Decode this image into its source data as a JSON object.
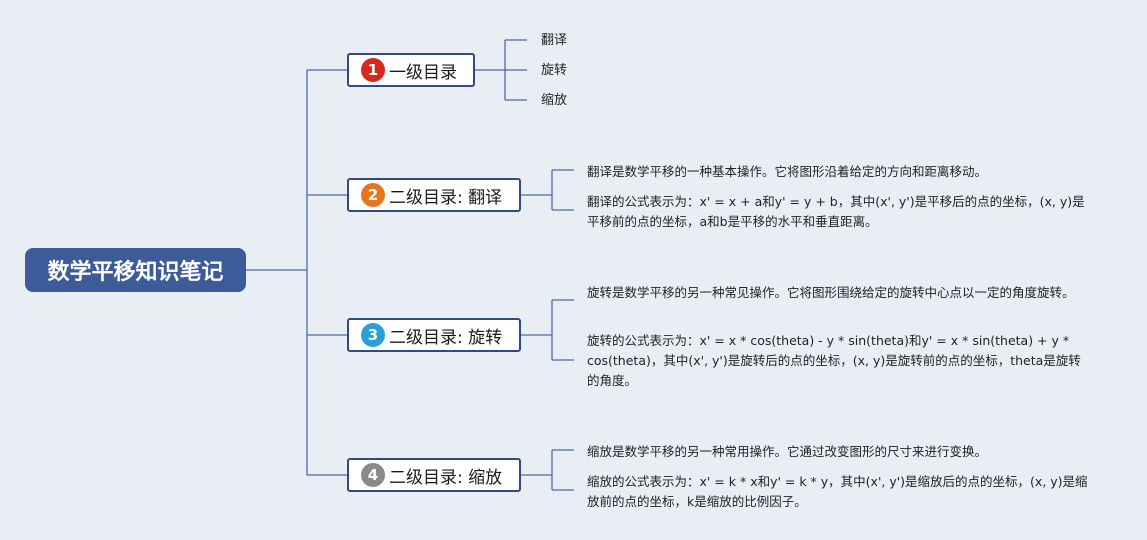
{
  "root": {
    "title": "数学平移知识笔记"
  },
  "colors": {
    "root_bg": "#3d5a99",
    "border": "#2f4a84",
    "line": "#4a6aa8",
    "background": "#e8eef3"
  },
  "branches": [
    {
      "number": "1",
      "badge_color": "#d42a1e",
      "label": "一级目录",
      "children": [
        "翻译",
        "旋转",
        "缩放"
      ]
    },
    {
      "number": "2",
      "badge_color": "#e8741c",
      "label": "二级目录: 翻译",
      "notes": [
        "翻译是数学平移的一种基本操作。它将图形沿着给定的方向和距离移动。",
        "翻译的公式表示为：x' = x + a和y' = y + b，其中(x', y')是平移后的点的坐标，(x, y)是平移前的点的坐标，a和b是平移的水平和垂直距离。"
      ]
    },
    {
      "number": "3",
      "badge_color": "#2a9fd8",
      "label": "二级目录: 旋转",
      "notes": [
        "旋转是数学平移的另一种常见操作。它将图形围绕给定的旋转中心点以一定的角度旋转。",
        "旋转的公式表示为：x' = x * cos(theta) - y * sin(theta)和y' = x * sin(theta) + y * cos(theta)，其中(x', y')是旋转后的点的坐标，(x, y)是旋转前的点的坐标，theta是旋转的角度。"
      ]
    },
    {
      "number": "4",
      "badge_color": "#8a8a8a",
      "label": "二级目录: 缩放",
      "notes": [
        "缩放是数学平移的另一种常用操作。它通过改变图形的尺寸来进行变换。",
        "缩放的公式表示为：x' = k * x和y' = k * y，其中(x', y')是缩放后的点的坐标，(x, y)是缩放前的点的坐标，k是缩放的比例因子。"
      ]
    }
  ]
}
